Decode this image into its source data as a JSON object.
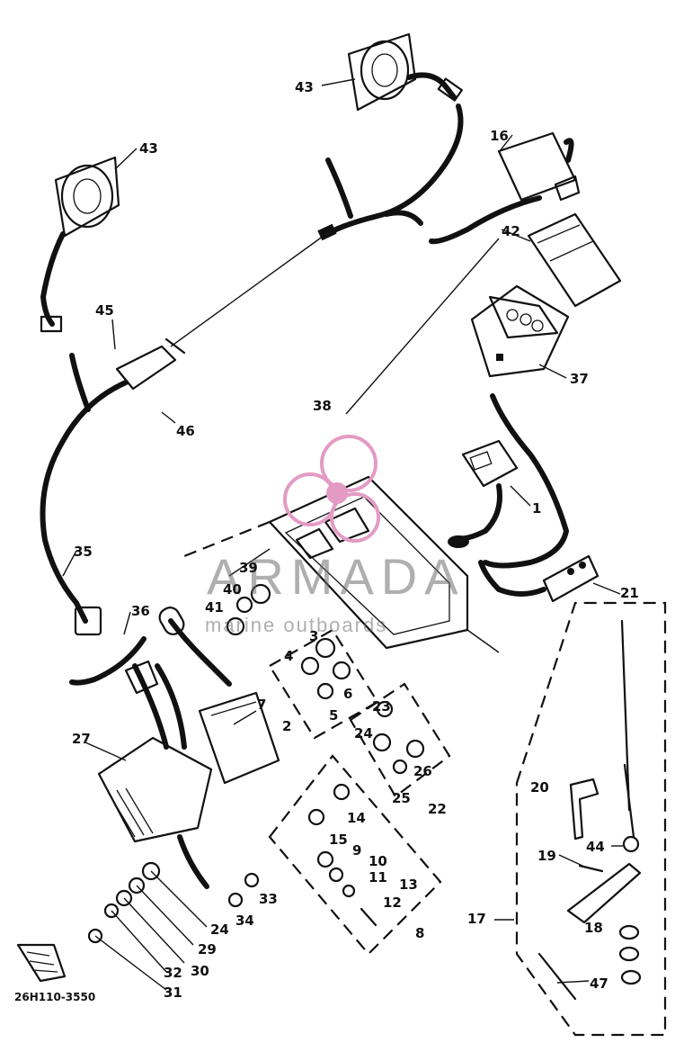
{
  "diagram": {
    "part_labels": [
      "43",
      "43",
      "16",
      "42",
      "45",
      "37",
      "46",
      "38",
      "1",
      "35",
      "39",
      "40",
      "41",
      "36",
      "21",
      "3",
      "4",
      "6",
      "5",
      "2",
      "7",
      "23",
      "24",
      "26",
      "25",
      "22",
      "27",
      "14",
      "15",
      "9",
      "10",
      "11",
      "13",
      "12",
      "8",
      "20",
      "19",
      "44",
      "33",
      "34",
      "24",
      "29",
      "30",
      "32",
      "31",
      "17",
      "18",
      "47"
    ],
    "drawing_code": "26H110-3550",
    "watermark": {
      "brand": "ARMADA",
      "tagline": "marine outboards",
      "logo_color": "#e39bc4"
    },
    "colors": {
      "ink": "#111111",
      "paper": "#ffffff",
      "watermark_text": "#6e6e6e"
    }
  }
}
